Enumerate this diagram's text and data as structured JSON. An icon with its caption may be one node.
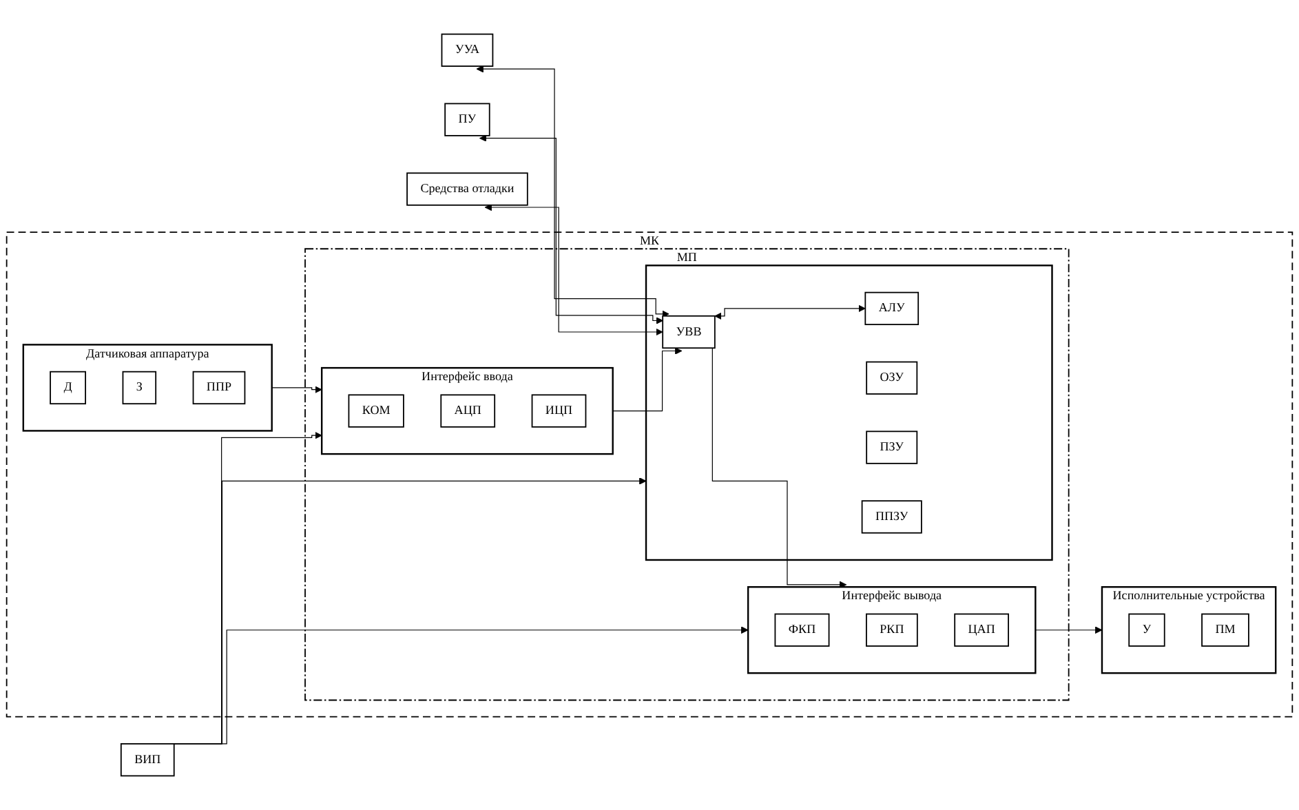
{
  "diagram": {
    "nodes": [
      {
        "text": [
          "УУА"
        ]
      },
      {
        "text": [
          "ПУ"
        ]
      },
      {
        "text": [
          "МК"
        ]
      },
      {
        "text": [
          "Датчиковая аппаратура"
        ],
        "in": 2
      },
      {
        "text": [
          "Д"
        ],
        "in": 3
      },
      {
        "text": [
          "З"
        ],
        "in": 3
      },
      {
        "text": [
          "ППР"
        ],
        "in": 3
      },
      {
        "text": [
          "МП"
        ],
        "in": 2
      },
      {
        "text": [
          "Интерфейс ввода"
        ],
        "in": 7
      },
      {
        "text": [
          "КОМ"
        ],
        "in": 8
      },
      {
        "text": [
          "АЦП"
        ],
        "in": 8
      },
      {
        "text": [
          "ИЦП"
        ],
        "in": 8
      },
      {
        "text": [],
        "shape": "box",
        "in": 7
      },
      {
        "text": [
          "УВВ"
        ],
        "in": 12
      },
      {
        "text": [
          "АЛУ"
        ],
        "in": 12
      },
      {
        "text": [
          "ОЗУ"
        ],
        "in": 12
      },
      {
        "text": [
          "ПЗУ"
        ],
        "in": 12
      },
      {
        "text": [
          "ППЗУ"
        ],
        "in": 12
      },
      {
        "text": [
          "Интерфейс вывода"
        ],
        "in": 7
      },
      {
        "text": [
          "ФКП"
        ],
        "in": 18
      },
      {
        "text": [
          "РКП"
        ],
        "in": 18
      },
      {
        "text": [
          "ЦАП"
        ],
        "in": 18
      },
      {
        "text": [
          "Исполнительные устройства"
        ],
        "in": 2
      },
      {
        "text": [
          "У"
        ],
        "in": 22
      },
      {
        "text": [
          "ПМ"
        ],
        "in": 22
      },
      {
        "text": [
          "Средства отладки"
        ]
      },
      {
        "text": [
          "ВИП"
        ]
      }
    ],
    "edges": [
      {
        "from": 3,
        "to": 8,
        "arrow": "to"
      },
      {
        "from": 8,
        "to": 13,
        "arrow": "to"
      },
      {
        "from": 0,
        "to": 13,
        "arrow": "both"
      },
      {
        "from": 1,
        "to": 13,
        "arrow": "both"
      },
      {
        "from": 13,
        "to": 14,
        "arrow": "both"
      },
      {
        "from": 13,
        "to": 18,
        "arrow": "to"
      },
      {
        "from": 18,
        "to": 22,
        "arrow": "to"
      },
      {
        "from": 25,
        "to": 13,
        "arrow": "both"
      },
      {
        "from": 26,
        "to": 12,
        "arrow": "to"
      },
      {
        "from": 26,
        "to": 8,
        "arrow": "to"
      },
      {
        "from": 26,
        "to": 18,
        "arrow": "to"
      }
    ]
  }
}
